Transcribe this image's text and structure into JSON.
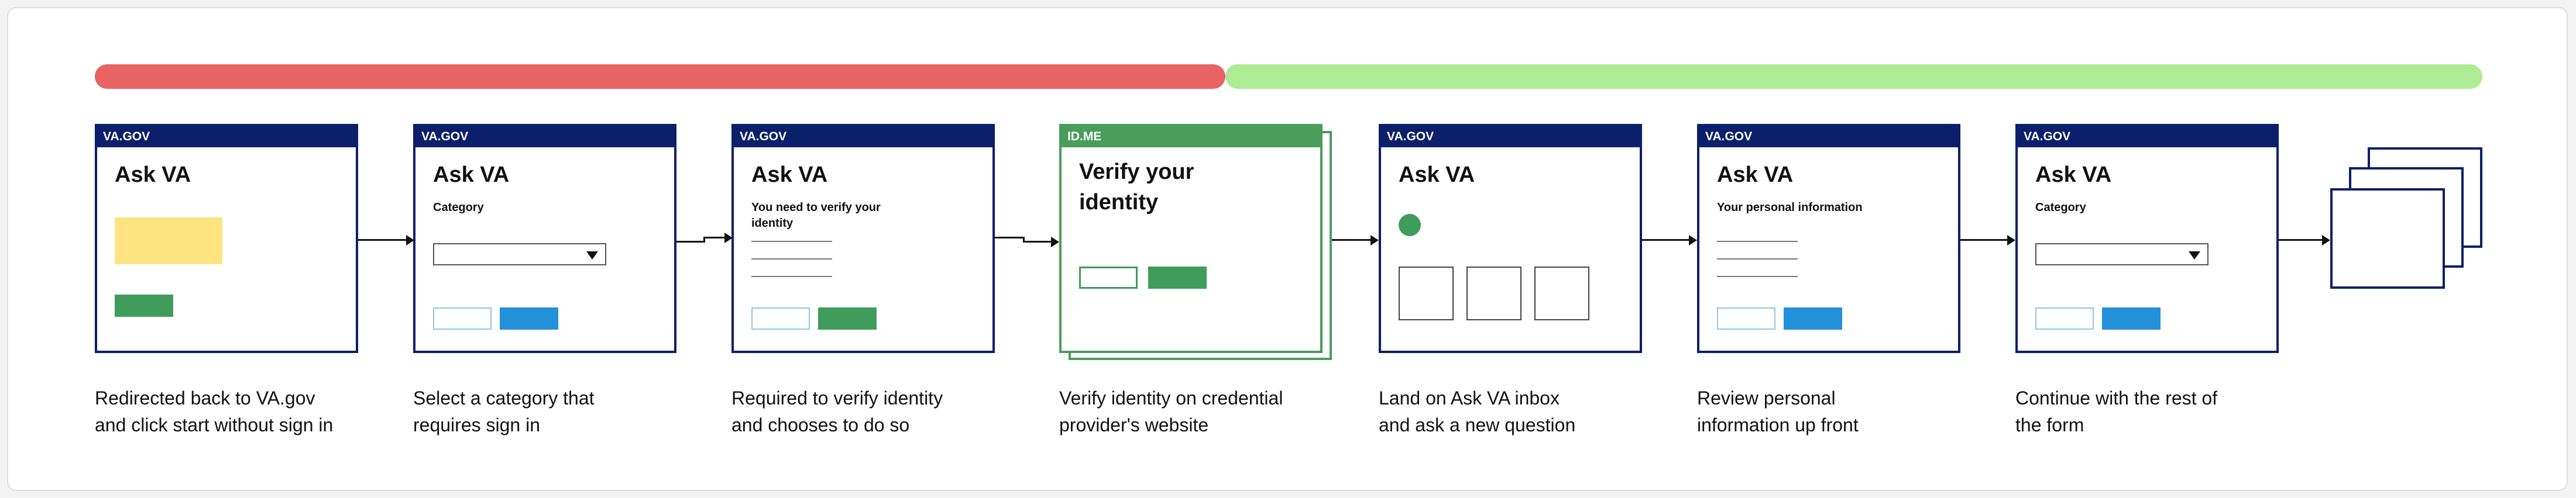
{
  "steps": [
    {
      "header": "VA.GOV",
      "title": "Ask VA",
      "caption_line1": "Redirected back to VA.gov",
      "caption_line2": "and click start without sign in"
    },
    {
      "header": "VA.GOV",
      "title": "Ask VA",
      "subtitle": "Category",
      "caption_line1": "Select a category that",
      "caption_line2": "requires sign in"
    },
    {
      "header": "VA.GOV",
      "title": "Ask VA",
      "subtitle_line1": "You need to verify your",
      "subtitle_line2": "identity",
      "caption_line1": "Required to verify identity",
      "caption_line2": "and chooses to do so"
    },
    {
      "header": "ID.ME",
      "title_line1": "Verify your",
      "title_line2": "identity",
      "caption_line1": "Verify identity on credential",
      "caption_line2": "provider's website"
    },
    {
      "header": "VA.GOV",
      "title": "Ask VA",
      "caption_line1": "Land on Ask VA inbox",
      "caption_line2": "and ask a new question"
    },
    {
      "header": "VA.GOV",
      "title": "Ask VA",
      "subtitle": "Your personal information",
      "caption_line1": "Review personal",
      "caption_line2": "information up front"
    },
    {
      "header": "VA.GOV",
      "title": "Ask VA",
      "subtitle": "Category",
      "caption_line1": "Continue with the rest of",
      "caption_line2": "the form"
    }
  ],
  "colors": {
    "unauthenticated_bar": "#e86363",
    "authenticated_bar": "#adeb94",
    "va_header": "#0b1f6b",
    "idme_header": "#4a9d5d",
    "primary_button": "#2391d9",
    "success_button": "#3f9c5a",
    "placeholder_block": "#fde481"
  }
}
